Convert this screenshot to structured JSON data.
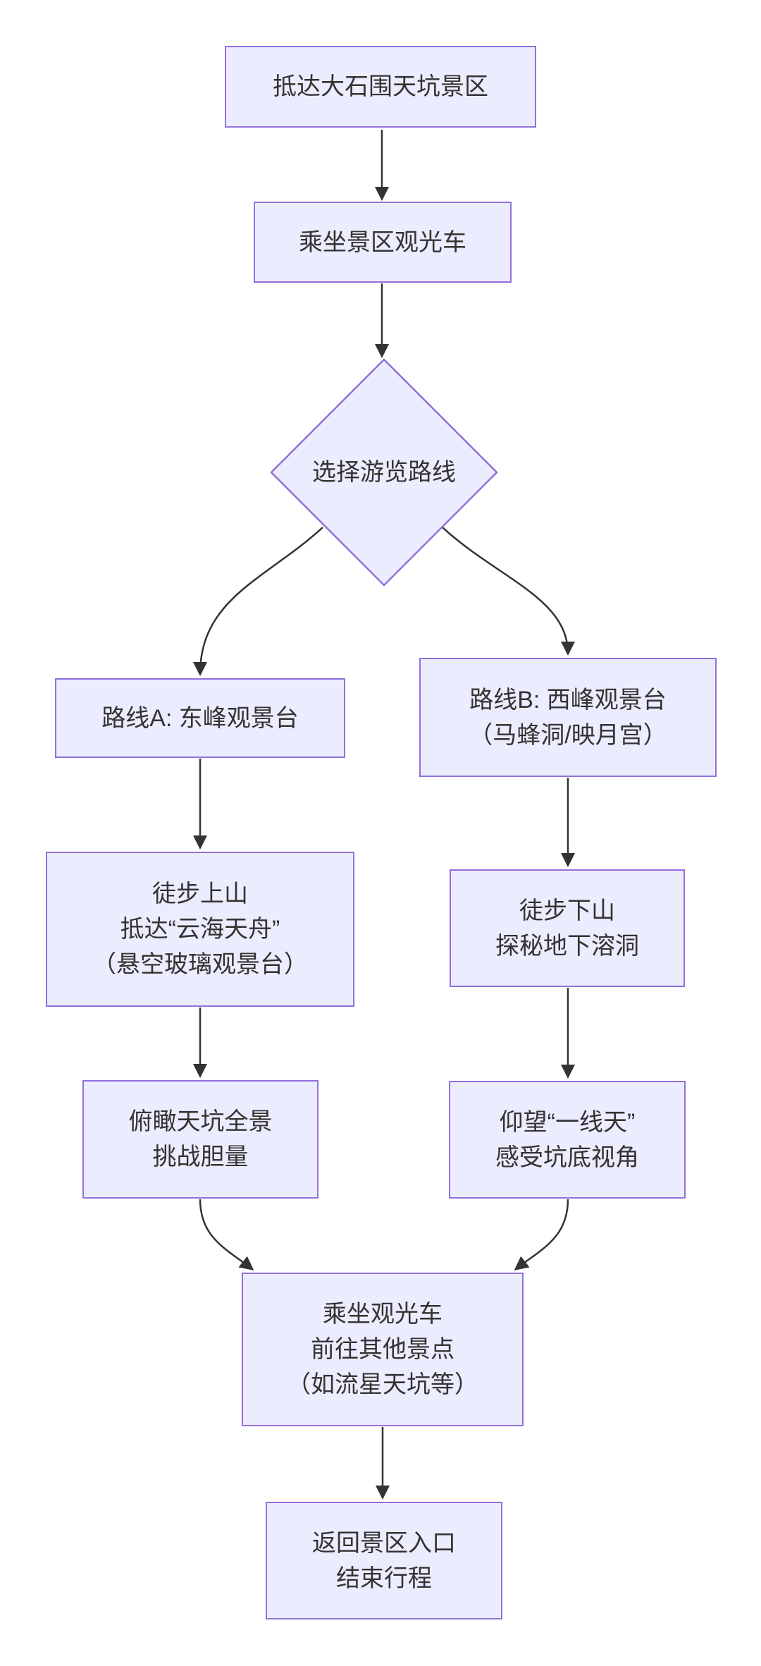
{
  "page": {
    "background": "#ffffff"
  },
  "diagram": {
    "type": "flowchart",
    "direction": "top-down",
    "style": {
      "node_fill": "#ECECFF",
      "node_border": "#9370DB",
      "text_color": "#333333",
      "edge_color": "#333333"
    },
    "nodes": {
      "start": "抵达大石围天坑景区",
      "shuttle": "乘坐景区观光车",
      "decision": "选择游览路线",
      "route_a": "路线A: 东峰观景台",
      "route_b": "路线B: 西峰观景台\n（马蜂洞/映月宫）",
      "hike_up": "徒步上山\n抵达“云海天舟”\n（悬空玻璃观景台）",
      "hike_down": "徒步下山\n探秘地下溶洞",
      "overlook": "俯瞰天坑全景\n挑战胆量",
      "look_up": "仰望“一线天”\n感受坑底视角",
      "other_spots": "乘坐观光车\n前往其他景点\n（如流星天坑等）",
      "end": "返回景区入口\n结束行程"
    },
    "edges": [
      {
        "from": "start",
        "to": "shuttle"
      },
      {
        "from": "shuttle",
        "to": "decision"
      },
      {
        "from": "decision",
        "to": "route_a"
      },
      {
        "from": "decision",
        "to": "route_b"
      },
      {
        "from": "route_a",
        "to": "hike_up"
      },
      {
        "from": "route_b",
        "to": "hike_down"
      },
      {
        "from": "hike_up",
        "to": "overlook"
      },
      {
        "from": "hike_down",
        "to": "look_up"
      },
      {
        "from": "overlook",
        "to": "other_spots"
      },
      {
        "from": "look_up",
        "to": "other_spots"
      },
      {
        "from": "other_spots",
        "to": "end"
      }
    ]
  }
}
